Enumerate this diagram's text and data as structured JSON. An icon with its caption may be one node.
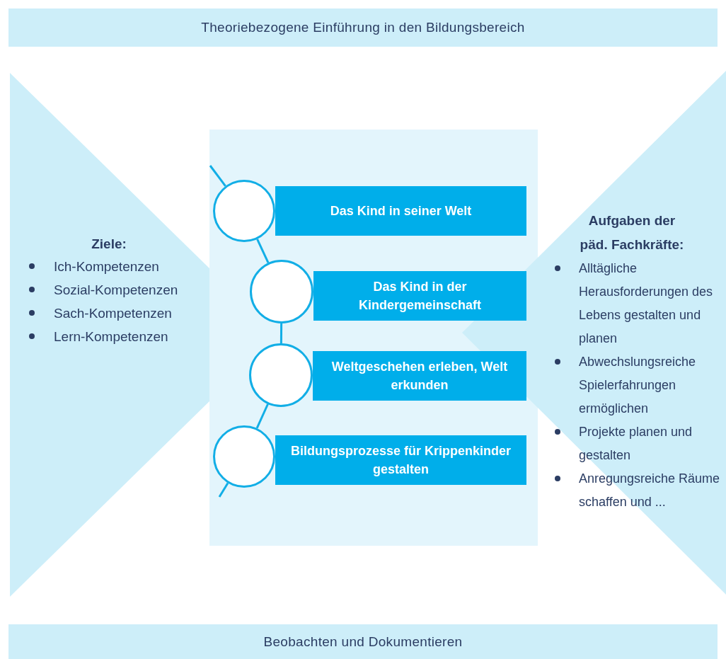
{
  "diagram": {
    "nodes": [
      {
        "text": [
          "Theoriebezogene Einführung in den Bildungsbereich"
        ]
      },
      {
        "text": [
          "Ziele:",
          "Ich-Kompetenzen",
          "Sozial-Kompetenzen",
          "Sach-Kompetenzen",
          "Lern-Kompetenzen"
        ]
      },
      {
        "text": [],
        "shape": "box"
      },
      {
        "text": [],
        "shape": "circle",
        "in": 2
      },
      {
        "text": [
          "Das Kind in seiner Welt"
        ],
        "in": 2
      },
      {
        "text": [],
        "shape": "circle",
        "in": 2
      },
      {
        "text": [
          "Das Kind in der Kindergemeinschaft"
        ],
        "in": 2
      },
      {
        "text": [],
        "shape": "circle",
        "in": 2
      },
      {
        "text": [
          "Weltgeschehen erleben, Welt erkunden"
        ],
        "in": 2
      },
      {
        "text": [],
        "shape": "circle",
        "in": 2
      },
      {
        "text": [
          "Bildungsprozesse für Krippenkinder gestalten"
        ],
        "in": 2
      },
      {
        "text": [
          "Aufgaben der päd. Fachkräfte:",
          "Alltägliche Herausforderungen des Lebens gestalten und planen",
          "Abwechslungsreiche Spielerfahrungen ermöglichen",
          "Projekte planen und gestalten",
          "Anregungsreiche Räume schaffen und ..."
        ]
      },
      {
        "text": [
          "Beobachten und Dokumentieren"
        ]
      }
    ],
    "edges": [
      {
        "from": null,
        "to": 3,
        "arrow": "none"
      },
      {
        "from": 3,
        "to": 5,
        "arrow": "none"
      },
      {
        "from": 5,
        "to": 7,
        "arrow": "none"
      },
      {
        "from": 7,
        "to": 9,
        "arrow": "none"
      },
      {
        "from": 9,
        "to": null,
        "arrow": "none"
      }
    ]
  }
}
